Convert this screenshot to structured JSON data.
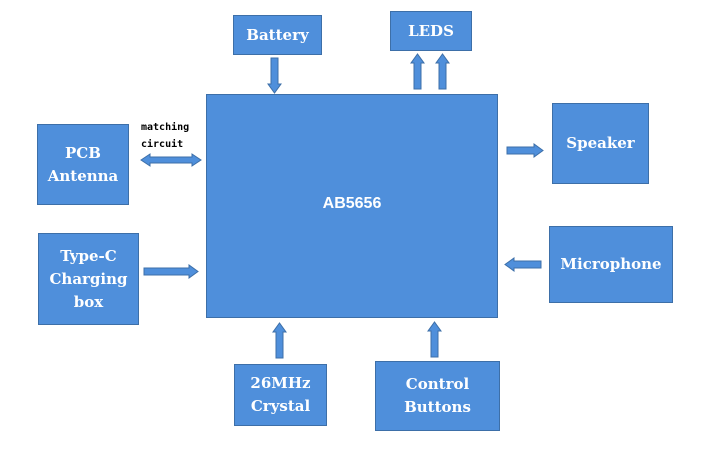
{
  "core": {
    "label": "AB5656"
  },
  "blocks": {
    "battery": "Battery",
    "leds": "LEDS",
    "speaker": "Speaker",
    "microphone": "Microphone",
    "control_buttons": "Control\nButtons",
    "crystal": "26MHz\nCrystal",
    "typec": "Type-C\nCharging\nbox",
    "pcb_antenna": "PCB\nAntenna"
  },
  "annotation": {
    "matching_circuit": "matching\ncircuit"
  },
  "colors": {
    "block_fill": "#4f8fdb",
    "block_border": "#3d6fa8",
    "arrow_fill": "#4f8fdb",
    "arrow_stroke": "#3d6fa8"
  }
}
